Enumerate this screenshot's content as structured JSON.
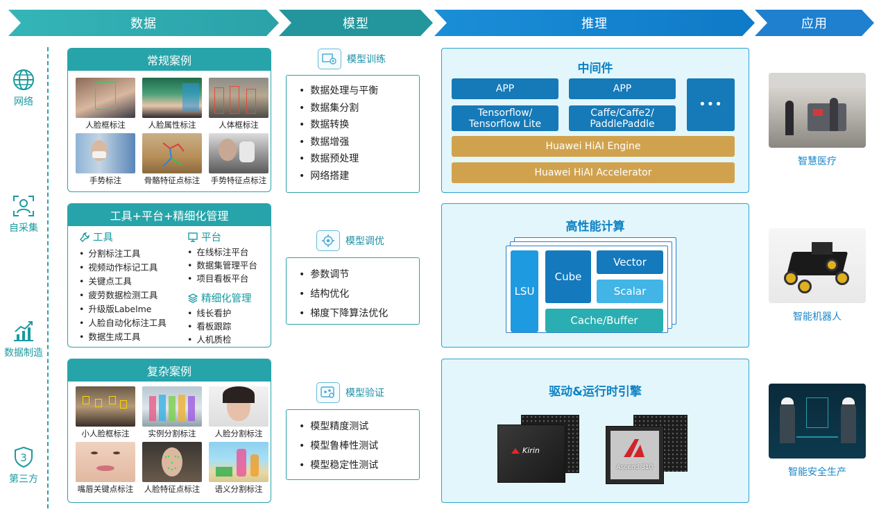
{
  "header": {
    "data": "数据",
    "model": "模型",
    "inference": "推理",
    "application": "应用"
  },
  "sidebar": {
    "items": [
      {
        "label": "网络",
        "icon": "globe-icon"
      },
      {
        "label": "自采集",
        "icon": "user-scan-icon"
      },
      {
        "label": "数据制造",
        "icon": "chart-growth-icon"
      },
      {
        "label": "第三方",
        "icon": "shield-three-icon"
      }
    ]
  },
  "regular_cases": {
    "title": "常规案例",
    "items": [
      "人脸框标注",
      "人脸属性标注",
      "人体框标注",
      "手势标注",
      "骨骼特征点标注",
      "手势特征点标注"
    ]
  },
  "tools_panel": {
    "title": "工具+平台+精细化管理",
    "tools_heading": "工具",
    "tools": [
      "分割标注工具",
      "视频动作标记工具",
      "关键点工具",
      "疲劳数据检测工具",
      "升级版Labelme",
      "人脸自动化标注工具",
      "数据生成工具"
    ],
    "platform_heading": "平台",
    "platform": [
      "在线标注平台",
      "数据集管理平台",
      "项目看板平台"
    ],
    "refine_heading": "精细化管理",
    "refine": [
      "线长看护",
      "看板跟踪",
      "人机质检"
    ]
  },
  "complex_cases": {
    "title": "复杂案例",
    "items": [
      "小人脸框标注",
      "实例分割标注",
      "人脸分割标注",
      "嘴唇关键点标注",
      "人脸特征点标注",
      "语义分割标注"
    ]
  },
  "model": {
    "training": {
      "title": "模型训练",
      "items": [
        "数据处理与平衡",
        "数据集分割",
        "数据转换",
        "数据增强",
        "数据预处理",
        "网络搭建"
      ]
    },
    "tuning": {
      "title": "模型调优",
      "items": [
        "参数调节",
        "结构优化",
        "梯度下降算法优化"
      ]
    },
    "validation": {
      "title": "模型验证",
      "items": [
        "模型精度测试",
        "模型鲁棒性测试",
        "模型稳定性测试"
      ]
    }
  },
  "inference": {
    "middleware": {
      "title": "中间件",
      "app1": "APP",
      "app2": "APP",
      "fw1": "Tensorflow/\nTensorflow Lite",
      "fw1_line1": "Tensorflow/",
      "fw1_line2": "Tensorflow Lite",
      "fw2_line1": "Caffe/Caffe2/",
      "fw2_line2": "PaddlePaddle",
      "more": "•••",
      "engine": "Huawei HiAI Engine",
      "accelerator": "Huawei HiAI Accelerator"
    },
    "compute": {
      "title": "高性能计算",
      "lsu": "LSU",
      "cube": "Cube",
      "vector": "Vector",
      "scalar": "Scalar",
      "cache": "Cache/Buffer"
    },
    "driver": {
      "title": "驱动&运行时引擎",
      "chip1": "Kirin",
      "chip2": "Ascend 310"
    }
  },
  "applications": {
    "items": [
      "智慧医疗",
      "智能机器人",
      "智能安全生产"
    ]
  },
  "colors": {
    "teal": "#26a4aa",
    "blue": "#1679b8",
    "gold": "#d1a24e",
    "light_panel": "#e3f6fb"
  }
}
